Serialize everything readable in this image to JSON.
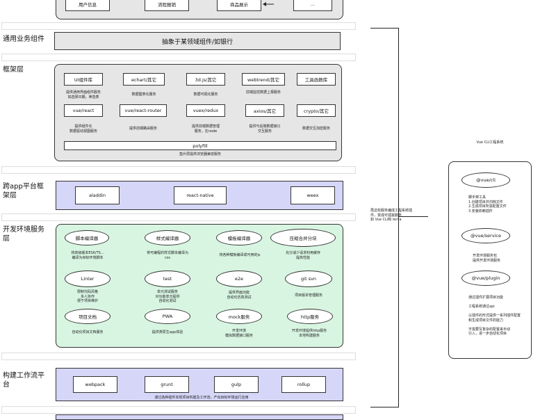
{
  "top_row": {
    "boxes": [
      "用户信息",
      "流程报销",
      "商品展示",
      "..."
    ]
  },
  "general_components": {
    "label": "通用业务组件",
    "bar": "抽象于某领域组件/如银行"
  },
  "framework": {
    "label": "框架层",
    "row1": [
      {
        "name": "UI组件库",
        "desc": "提供通用界面组件服务\n如选择日期，筛选表"
      },
      {
        "name": "echart/其它",
        "desc": "数据图表化服务"
      },
      {
        "name": "3d.js/其它",
        "desc": "数据可视化服务"
      },
      {
        "name": "webtrend/其它",
        "desc": "前端监控数据上报服务"
      },
      {
        "name": "工具函数库",
        "desc": ""
      }
    ],
    "row2": [
      {
        "name": "vue/react",
        "desc": "提供组件化\n数据驱动视图服务"
      },
      {
        "name": "vue/react-router",
        "desc": "提供前端路由服务"
      },
      {
        "name": "vuex/redux",
        "desc": "提供前端数据管理\n服务，在node"
      },
      {
        "name": "axios/其它",
        "desc": "提供与后端数据接口\n交互服务"
      },
      {
        "name": "crypto/其它",
        "desc": "数据交互加密服务"
      }
    ],
    "polyfill": "polyfill",
    "polyfill_desc": "垫片层提供浏览器兼容服务"
  },
  "cross_app": {
    "label": "跨app平台框\n架层",
    "items": [
      "aladdin",
      "react-native",
      "weex"
    ]
  },
  "dev_env": {
    "label": "开发环境服务\n层",
    "row1": [
      {
        "name": "脚本编译器",
        "desc": "将高级版本ES6/TS...\n编译为目标环境脚本"
      },
      {
        "name": "样式编译器",
        "desc": "将可编程的样式脚本编译为\ncss"
      },
      {
        "name": "模板编译器",
        "desc": "将各种模板编译成可用的js"
      },
      {
        "name": "压缩合并分块",
        "desc": "充分减少请求利用缓存\n提高性能"
      }
    ],
    "row2": [
      {
        "name": "Linter",
        "desc": "限制代码风格\n多人协作\n便于项目维护"
      },
      {
        "name": "test",
        "desc": "单元测试服务\n对功能单元提供\n自动化测试"
      },
      {
        "name": "e2e",
        "desc": "提供界面功能\n自动化仿真测试"
      },
      {
        "name": "git svn",
        "desc": "项目版本管理服务"
      }
    ],
    "row3": [
      {
        "name": "项目文档",
        "desc": "自动化项目文档服务"
      },
      {
        "name": "PWA",
        "desc": "提供类原生app体验"
      },
      {
        "name": "mock服务",
        "desc": "开发环境\n模拟数据接口服务"
      },
      {
        "name": "http服务",
        "desc": "开发环境提供http服务\n本地构建服务"
      }
    ]
  },
  "build_flow": {
    "label": "构建工作流平\n台",
    "items": [
      "webpack",
      "grunt",
      "gulp",
      "rollup"
    ],
    "desc": "通过各种插件实现项目构建及工作流，产出目标环境运行应用"
  },
  "vue_cli": {
    "title": "Vue CLI工程系统",
    "annotation": "再这些服务编成工程系统插\n件，变成可插拔服务\n如 Vue CLI和 lerna",
    "items": [
      {
        "name": "@vue/cli",
        "desc": "脚手架工具\n1.创建项目并归档文件\n2.生成项目所需配置文件\n3.安装依赖插件"
      },
      {
        "name": "@vue/service",
        "desc": "开发环境服务包\n提供开发环境服务"
      },
      {
        "name": "@vue/plugin",
        "desc": "通过插件扩展项目功能\n\n工程系统通过api\n\n以插件的形式提供一系列插件配置\n和生成项目文件的能力\n\n不需要写复杂的配置来手动\n引入，进一步自动化项目"
      }
    ]
  }
}
